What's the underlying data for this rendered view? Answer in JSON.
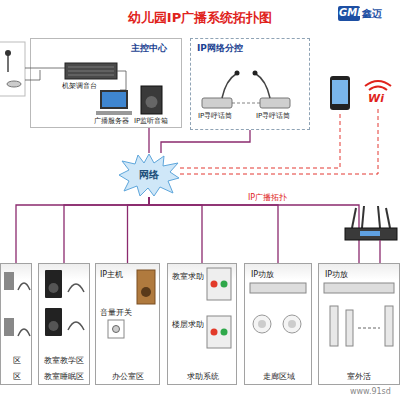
{
  "diagram": {
    "title": "幼儿园IP广播系统拓扑图",
    "nodes": [
      {
        "text": [
          "主控中心"
        ]
      },
      {
        "text": [
          "IP网络分控"
        ]
      },
      {
        "text": [
          "网络"
        ]
      },
      {
        "text": [
          "区",
          "区"
        ]
      },
      {
        "text": [
          "教室教学区",
          "教室睡眠区"
        ]
      },
      {
        "text": [
          "IP主机",
          "音量开关",
          "办公室区"
        ]
      },
      {
        "text": [
          "教室求助",
          "楼层求助",
          "求助系统"
        ]
      },
      {
        "text": [
          "IP功放",
          "走廊区域"
        ]
      },
      {
        "text": [
          "IP功放",
          "室外活"
        ]
      }
    ],
    "edges": [
      {
        "from": 2,
        "to": 0,
        "arrow": "none"
      },
      {
        "from": 2,
        "to": 1,
        "arrow": "none"
      },
      {
        "from": 2,
        "to": 3,
        "arrow": "none"
      },
      {
        "from": 2,
        "to": 4,
        "arrow": "none"
      },
      {
        "from": 2,
        "to": 5,
        "arrow": "none"
      },
      {
        "from": 2,
        "to": 6,
        "arrow": "none"
      },
      {
        "from": 2,
        "to": 7,
        "arrow": "none"
      },
      {
        "from": 2,
        "to": 8,
        "arrow": "none"
      }
    ],
    "labels": [
      "机架调音台",
      "广播服务器",
      "IP监听音箱",
      "IP寻呼话筒",
      "IP寻呼话筒",
      "IP广播拓扑",
      "GMB",
      "鑫迈",
      "Wi",
      "www.91sd"
    ]
  }
}
